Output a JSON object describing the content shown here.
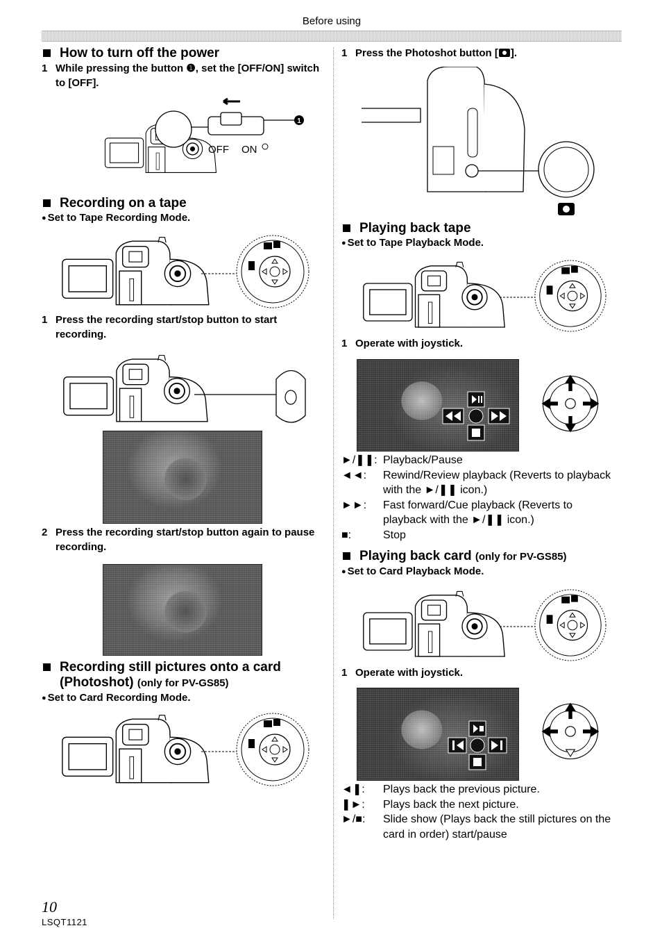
{
  "header": {
    "title": "Before using"
  },
  "left": {
    "power": {
      "heading": "How to turn off the power",
      "step_num": "1",
      "step_text": "While pressing the button ❶, set the [OFF/ON] switch to [OFF].",
      "switch_off": "OFF",
      "switch_on": "ON",
      "callout": "1"
    },
    "tape_rec": {
      "heading": "Recording on a tape",
      "bullet": "Set to Tape Recording Mode.",
      "step1_num": "1",
      "step1_text": "Press the recording start/stop button to start recording.",
      "step2_num": "2",
      "step2_text": "Press the recording start/stop button again to pause recording."
    },
    "photoshot": {
      "heading_line1": "Recording still pictures onto a card",
      "heading_line2": "(Photoshot)",
      "heading_small": "(only for PV-GS85)",
      "bullet": "Set to Card Recording Mode."
    }
  },
  "right": {
    "photoshot_step": {
      "num": "1",
      "text": "Press the Photoshot button [",
      "text_end": "]."
    },
    "play_tape": {
      "heading": "Playing back tape",
      "bullet": "Set to Tape Playback Mode.",
      "step_num": "1",
      "step_text": "Operate with joystick.",
      "legend": [
        {
          "sym": "►/❚❚:",
          "text": "Playback/Pause"
        },
        {
          "sym": "◄◄:",
          "text": "Rewind/Review playback (Reverts to playback with the ►/❚❚ icon.)"
        },
        {
          "sym": "►►:",
          "text": "Fast forward/Cue playback (Reverts to playback with the ►/❚❚ icon.)"
        },
        {
          "sym": "■:",
          "text": "Stop"
        }
      ]
    },
    "play_card": {
      "heading": "Playing back card",
      "heading_small": "(only for PV-GS85)",
      "bullet": "Set to Card Playback Mode.",
      "step_num": "1",
      "step_text": "Operate with joystick.",
      "legend": [
        {
          "sym": "◄❚:",
          "text": "Plays back the previous picture."
        },
        {
          "sym": "❚►:",
          "text": "Plays back the next picture."
        },
        {
          "sym": "►/■:",
          "text": "Slide show (Plays back the still pictures on the card in order) start/pause"
        }
      ]
    }
  },
  "footer": {
    "page": "10",
    "code": "LSQT1121"
  }
}
